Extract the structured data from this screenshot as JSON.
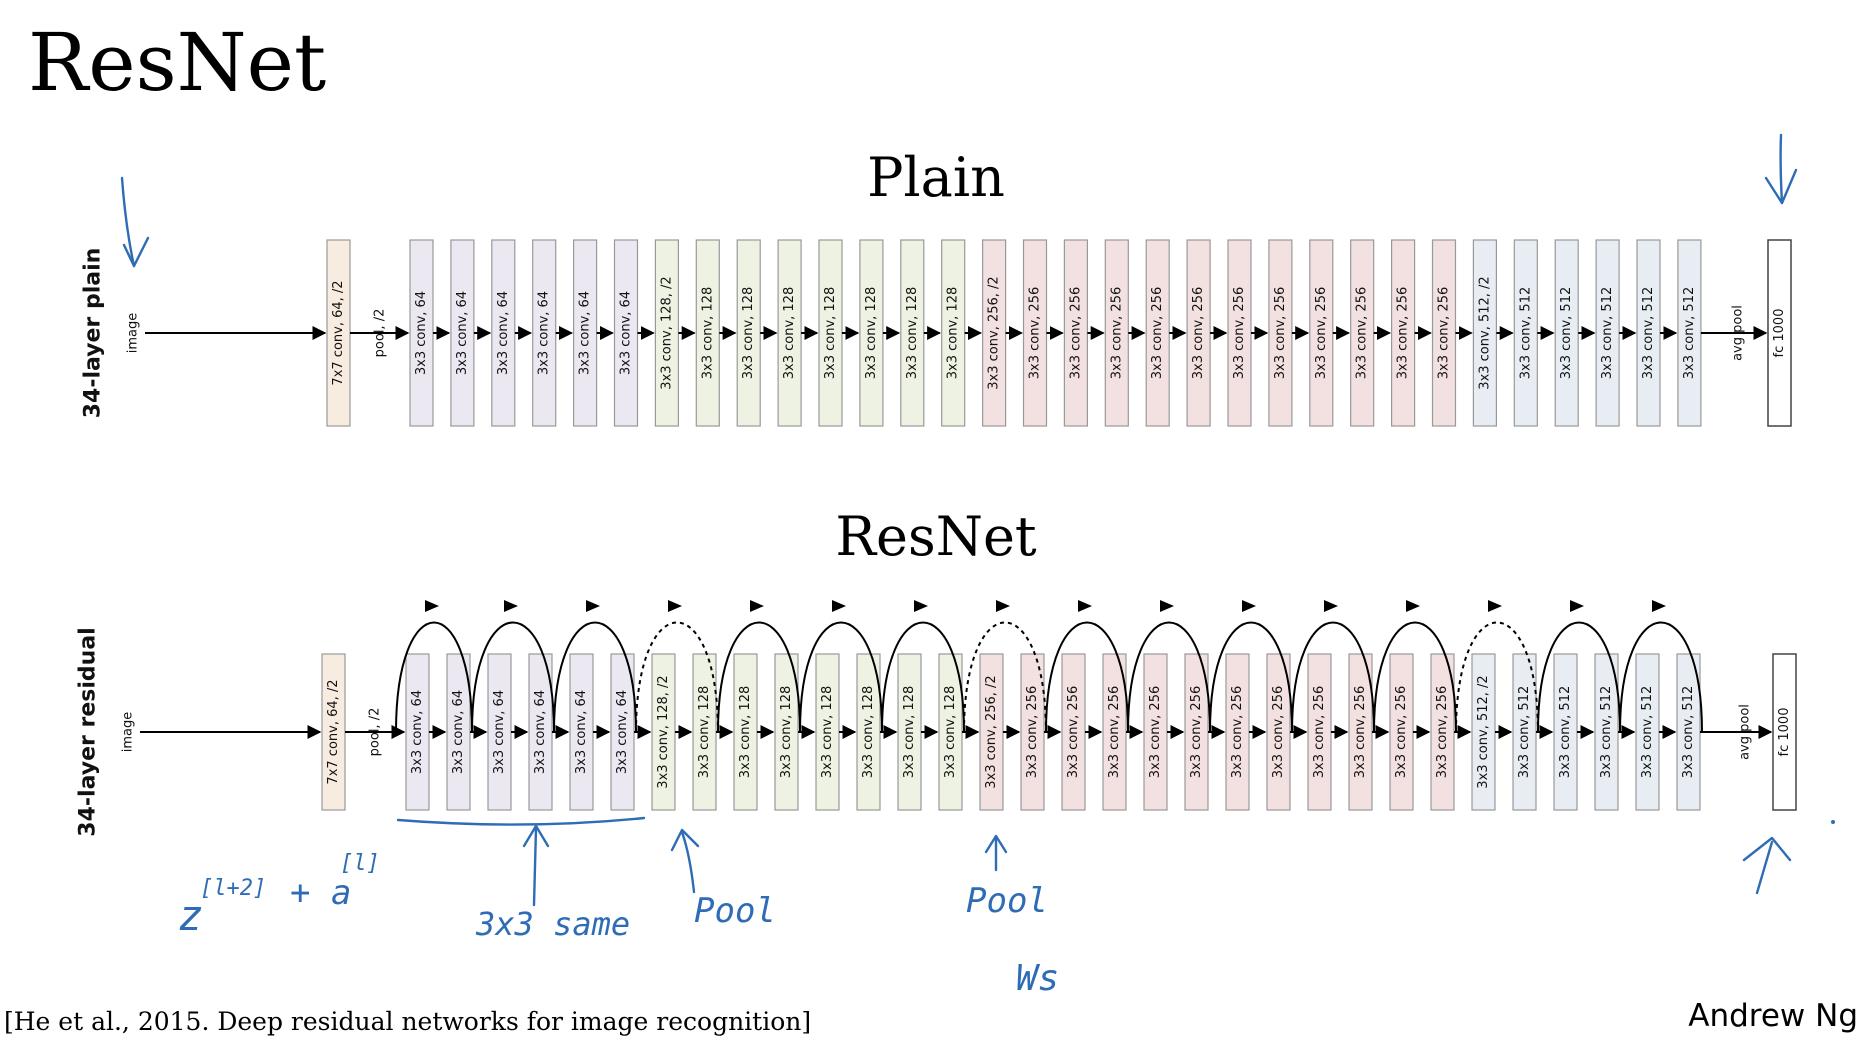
{
  "page_title": "ResNet",
  "citation": "[He et al., 2015. Deep residual networks for image recognition]",
  "author": "Andrew Ng",
  "plain": {
    "heading": "Plain",
    "side_label": "34-layer plain",
    "input_label": "image",
    "pool_label": "pool, /2",
    "avgpool_label": "avg pool"
  },
  "residual": {
    "heading": "ResNet",
    "side_label": "34-layer residual",
    "input_label": "image",
    "pool_label": "pool, /2",
    "avgpool_label": "avg pool",
    "dotted_shortcut_starts": [
      6,
      14,
      26
    ]
  },
  "stem_label": "7x7 conv, 64, /2",
  "fc_label": "fc 1000",
  "conv_layers": [
    "3x3 conv, 64",
    "3x3 conv, 64",
    "3x3 conv, 64",
    "3x3 conv, 64",
    "3x3 conv, 64",
    "3x3 conv, 64",
    "3x3 conv, 128, /2",
    "3x3 conv, 128",
    "3x3 conv, 128",
    "3x3 conv, 128",
    "3x3 conv, 128",
    "3x3 conv, 128",
    "3x3 conv, 128",
    "3x3 conv, 128",
    "3x3 conv, 256, /2",
    "3x3 conv, 256",
    "3x3 conv, 256",
    "3x3 conv, 256",
    "3x3 conv, 256",
    "3x3 conv, 256",
    "3x3 conv, 256",
    "3x3 conv, 256",
    "3x3 conv, 256",
    "3x3 conv, 256",
    "3x3 conv, 256",
    "3x3 conv, 256",
    "3x3 conv, 512, /2",
    "3x3 conv, 512",
    "3x3 conv, 512",
    "3x3 conv, 512",
    "3x3 conv, 512",
    "3x3 conv, 512"
  ],
  "colors": {
    "stem": "#f8ece0",
    "conv64": "#ece8f2",
    "conv128": "#edf2e2",
    "conv256": "#f3e0e0",
    "conv512": "#e8edf3",
    "fc": "#ffffff",
    "ink": "#2e6cb5"
  },
  "annotations": {
    "z_term": "z",
    "z_sup": "[l+2]",
    "a_term": "+ a",
    "a_sup": "[l]",
    "same": "3x3 same",
    "pool_1": "Pool",
    "pool_2": "Pool",
    "ws": "Ws"
  }
}
